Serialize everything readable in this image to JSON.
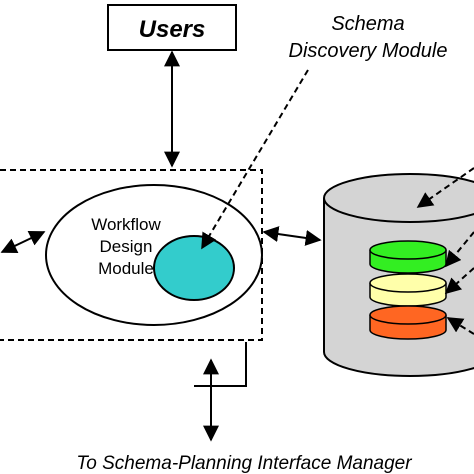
{
  "nodes": {
    "users": {
      "label": "Users"
    },
    "schema_discovery": {
      "line1": "Schema",
      "line2": "Discovery Module"
    },
    "workflow_design": {
      "line1": "Workflow",
      "line2": "Design",
      "line3": "Module"
    }
  },
  "footer": {
    "caption": "To Schema-Planning Interface Manager"
  },
  "colors": {
    "schema_module_fill": "#33CCCC",
    "database_fill": "#D4D4D4",
    "layer_top": "#33EE22",
    "layer_middle": "#FFFFAA",
    "layer_bottom": "#FF6622"
  }
}
